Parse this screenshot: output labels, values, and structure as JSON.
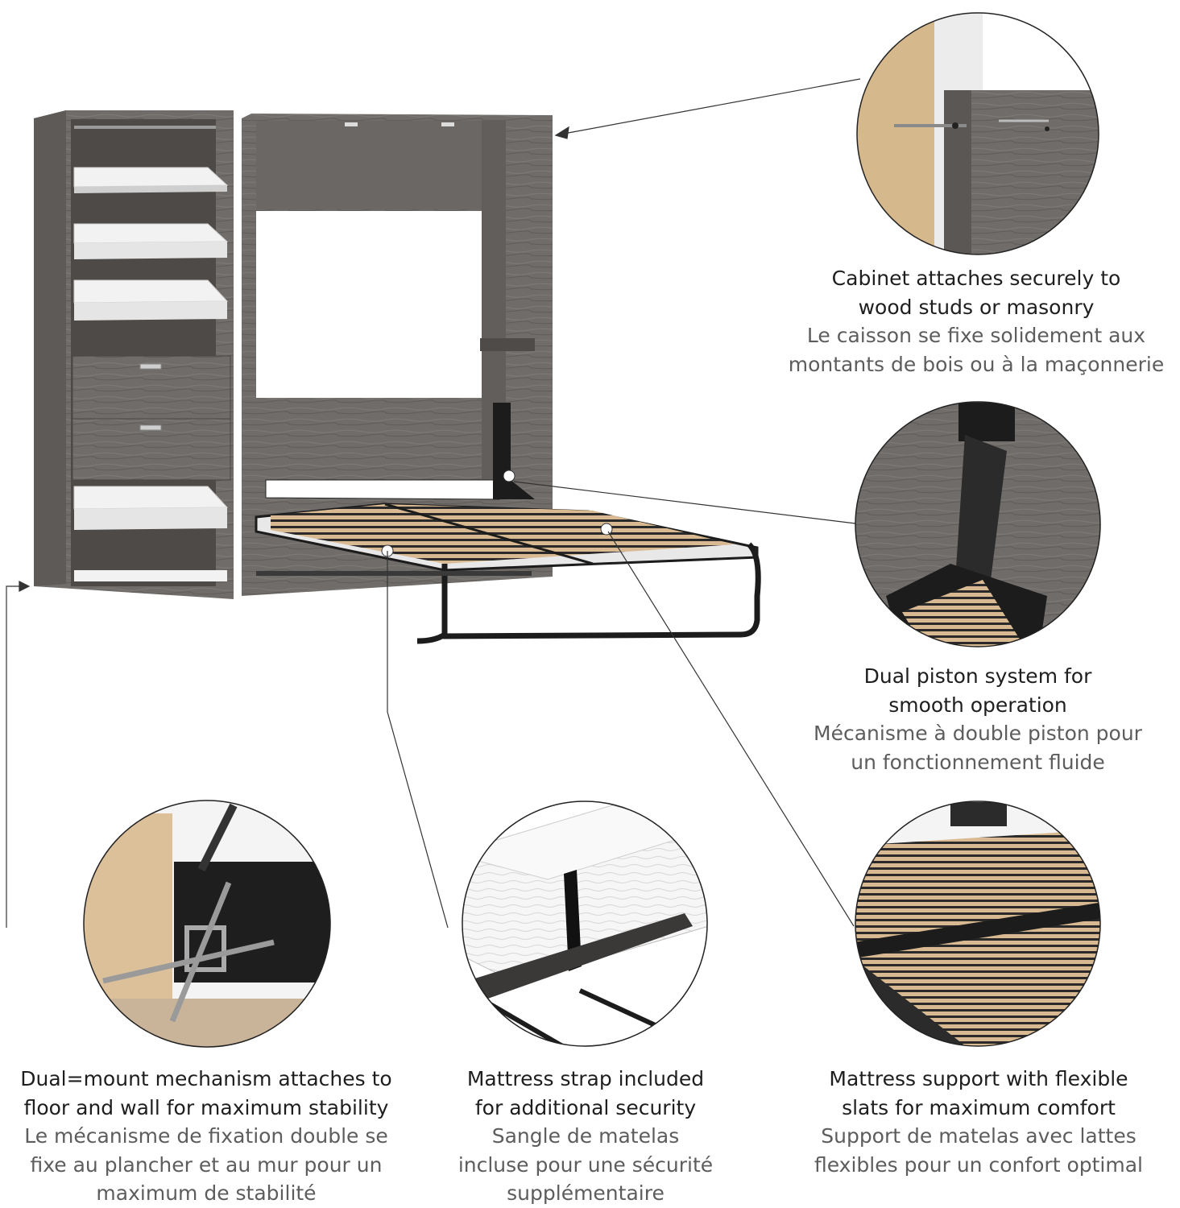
{
  "colors": {
    "wood_gray": "#6f6c69",
    "wood_dark": "#55524f",
    "shelf_white": "#f2f2f2",
    "slat_wood": "#d9b991",
    "metal_black": "#1c1c1c",
    "stud_wood": "#d6b88d",
    "caption_english": "#1e1e1e",
    "caption_french": "#5d5d5d"
  },
  "callouts": {
    "cabinet": {
      "en_line1": "Cabinet attaches securely to",
      "en_line2": "wood studs or masonry",
      "fr_line1": "Le caisson se fixe solidement aux",
      "fr_line2": "montants de bois ou à la maçonnerie"
    },
    "piston": {
      "en_line1": "Dual piston system for",
      "en_line2": "smooth operation",
      "fr_line1": "Mécanisme à double piston pour",
      "fr_line2": "un fonctionnement fluide"
    },
    "dual_mount": {
      "en_line1": "Dual=mount mechanism attaches to",
      "en_line2": "floor and wall for maximum stability",
      "fr_line1": "Le mécanisme de fixation double se",
      "fr_line2": "fixe au plancher et au mur pour un",
      "fr_line3": "maximum de stabilité"
    },
    "strap": {
      "en_line1": "Mattress strap included",
      "en_line2": "for additional security",
      "fr_line1": "Sangle de matelas",
      "fr_line2": "incluse pour une sécurité",
      "fr_line3": "supplémentaire"
    },
    "slats": {
      "en_line1": "Mattress support with flexible",
      "en_line2": "slats for maximum comfort",
      "fr_line1": "Support de matelas avec lattes",
      "fr_line2": "flexibles pour un confort optimal"
    }
  }
}
